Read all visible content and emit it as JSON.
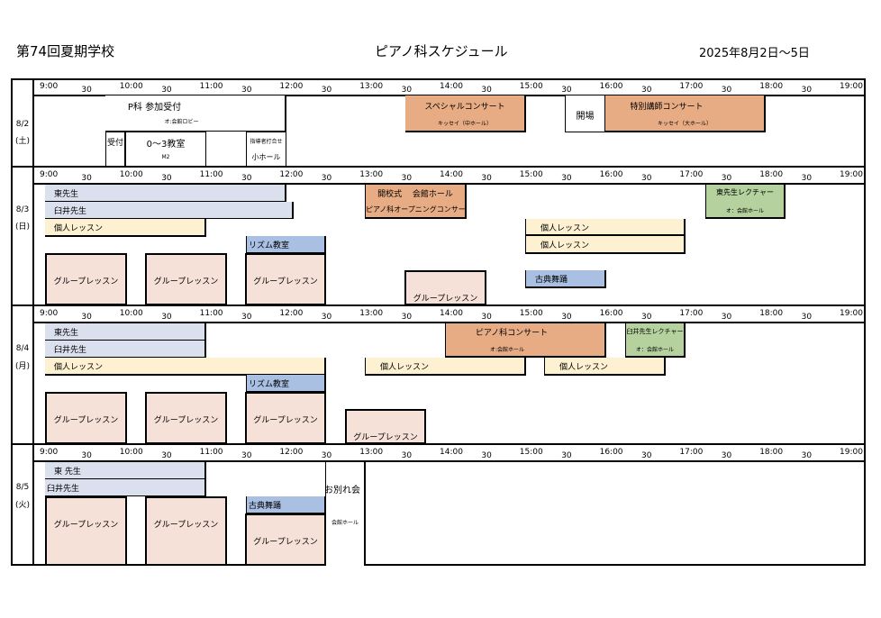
{
  "header": {
    "left": "第74回夏期学校",
    "center": "ピアノ科スケジュール",
    "right": "2025年8月2日～5日"
  },
  "time_ticks": [
    "9:00",
    "30",
    "10:00",
    "30",
    "11:00",
    "30",
    "12:00",
    "30",
    "13:00",
    "30",
    "14:00",
    "30",
    "15:00",
    "30",
    "16:00",
    "30",
    "17:00",
    "30",
    "18:00",
    "30",
    "19:00"
  ],
  "days": [
    {
      "date": "8/2",
      "dow": "(土)"
    },
    {
      "date": "8/3",
      "dow": "(日)"
    },
    {
      "date": "8/4",
      "dow": "(月)"
    },
    {
      "date": "8/5",
      "dow": "(火)"
    }
  ],
  "events": {
    "d1_p_reception": {
      "title": "P科 参加受付",
      "sub": "オ:会館ロビー"
    },
    "d1_reception": {
      "title": "受付"
    },
    "d1_room": {
      "title": "0～3教室",
      "sub": "M2"
    },
    "d1_meeting": {
      "title": "指導者打合せ",
      "sub": "小ホール"
    },
    "d1_special": {
      "title": "スペシャルコンサート",
      "sub": "キッセイ（中ホール）"
    },
    "d1_open": {
      "title": "開場"
    },
    "d1_guest": {
      "title": "特別講師コンサート",
      "sub": "キッセイ（大ホール）"
    },
    "d2_azuma": {
      "title": "東先生"
    },
    "d2_usui": {
      "title": "臼井先生"
    },
    "d2_lesson1": {
      "title": "個人レッスン"
    },
    "d2_opening": {
      "title": "開校式　 会館ホール",
      "sub": "ピアノ科オープニングコンサート"
    },
    "d2_lecture": {
      "title": "東先生レクチャー",
      "sub": "オ：会館ホール"
    },
    "d2_lesson2": {
      "title": "個人レッスン"
    },
    "d2_lesson3": {
      "title": "個人レッスン"
    },
    "d2_rhythm": {
      "title": "リズム教室"
    },
    "d2_g1": {
      "title": "グループレッスン"
    },
    "d2_g2": {
      "title": "グループレッスン"
    },
    "d2_g3": {
      "title": "グループレッスン"
    },
    "d2_g4": {
      "title": "グループレッスン"
    },
    "d2_dance": {
      "title": "古典舞踊"
    },
    "d3_azuma": {
      "title": "東先生"
    },
    "d3_usui": {
      "title": "臼井先生"
    },
    "d3_lesson1": {
      "title": "個人レッスン"
    },
    "d3_concert": {
      "title": "ピアノ科コンサート",
      "sub": "オ:会館ホール"
    },
    "d3_lecture": {
      "title": "臼井先生レクチャー",
      "sub": "オ：会館ホール"
    },
    "d3_lesson2": {
      "title": "個人レッスン"
    },
    "d3_lesson3": {
      "title": "個人レッスン"
    },
    "d3_rhythm": {
      "title": "リズム教室"
    },
    "d3_g1": {
      "title": "グループレッスン"
    },
    "d3_g2": {
      "title": "グループレッスン"
    },
    "d3_g3": {
      "title": "グループレッスン"
    },
    "d3_g4": {
      "title": "グループレッスン"
    },
    "d4_azuma": {
      "title": "東 先生"
    },
    "d4_usui": {
      "title": "臼井先生"
    },
    "d4_farewell": {
      "title": "お別れ会",
      "sub": "会館ホール"
    },
    "d4_dance": {
      "title": "古典舞踊"
    },
    "d4_g1": {
      "title": "グループレッスン"
    },
    "d4_g2": {
      "title": "グループレッスン"
    },
    "d4_g3": {
      "title": "グループレッスン"
    }
  },
  "colors": {
    "teacher_blue": "#dbe0ee",
    "lesson_yellow": "#fdf1d1",
    "group_pink": "#f6e1d8",
    "concert_orange": "#e8ac85",
    "lecture_green": "#b4d19e",
    "class_blue": "#a9c0e3"
  }
}
